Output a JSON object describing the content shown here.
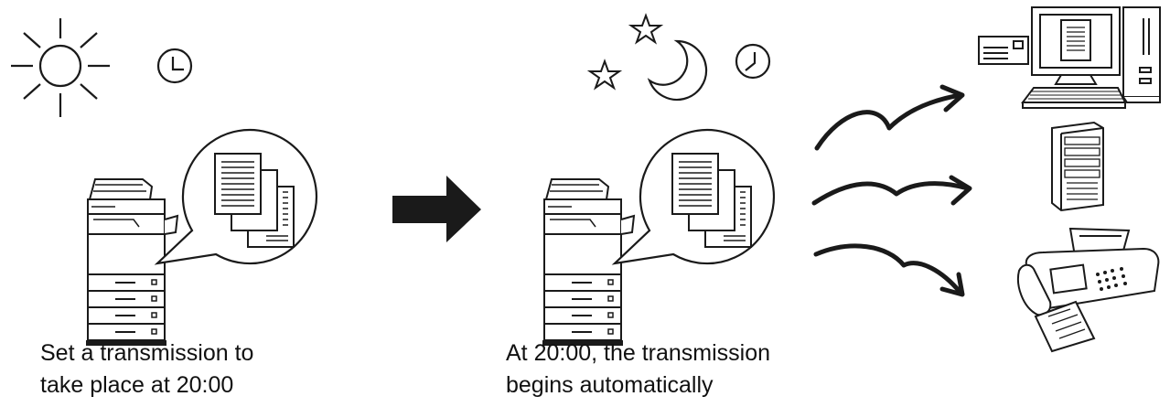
{
  "captions": {
    "scheduled": {
      "line1": "Set a transmission to",
      "line2": "take place at 20:00"
    },
    "automatic": {
      "line1": "At 20:00, the transmission",
      "line2": "begins automatically"
    }
  },
  "icons": {
    "daytime": [
      "sun-icon",
      "clock-icon"
    ],
    "night": [
      "star-icon",
      "moon-icon",
      "clock-icon"
    ],
    "destinations": [
      "computer-icon",
      "server-icon",
      "fax-machine-icon"
    ]
  },
  "colors": {
    "line": "#1a1a1a",
    "arrow": "#1a1a1a",
    "background": "#ffffff"
  }
}
